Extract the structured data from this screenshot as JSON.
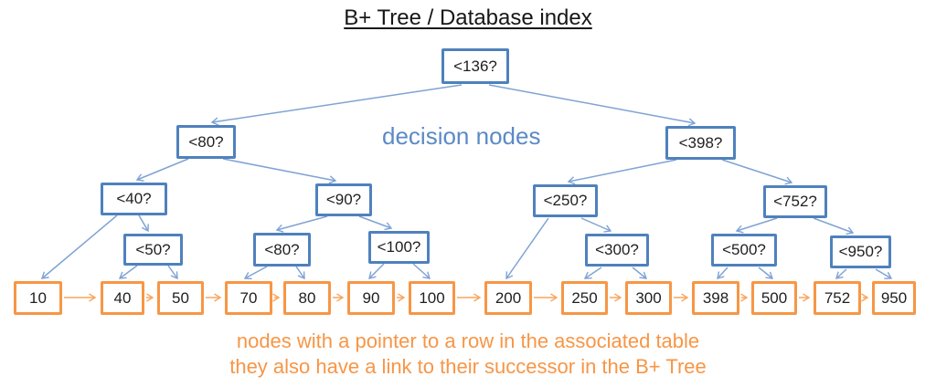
{
  "title": "B+ Tree / Database index",
  "annotations": {
    "decision_nodes_label": "decision nodes",
    "leaf_caption_line1": "nodes with a pointer to a row in the associated table",
    "leaf_caption_line2": "they also have a link to their successor in the B+ Tree"
  },
  "colors": {
    "decision_border": "#4f81bd",
    "decision_label_text": "#5b8ac6",
    "connector_blue": "#7fa3d4",
    "leaf_border": "#f79646",
    "leaf_chain_arrow": "#f79646",
    "caption_text": "#f79646",
    "node_text": "#1f1f1f"
  },
  "tree": {
    "decision_nodes": [
      {
        "label": "<136?"
      },
      {
        "label": "<80?"
      },
      {
        "label": "<398?"
      },
      {
        "label": "<40?"
      },
      {
        "label": "<90?"
      },
      {
        "label": "<250?"
      },
      {
        "label": "<752?"
      },
      {
        "label": "<50?"
      },
      {
        "label": "<80?"
      },
      {
        "label": "<100?"
      },
      {
        "label": "<300?"
      },
      {
        "label": "<500?"
      },
      {
        "label": "<950?"
      }
    ],
    "leaf_nodes": [
      {
        "label": "10"
      },
      {
        "label": "40"
      },
      {
        "label": "50"
      },
      {
        "label": "70"
      },
      {
        "label": "80"
      },
      {
        "label": "90"
      },
      {
        "label": "100"
      },
      {
        "label": "200"
      },
      {
        "label": "250"
      },
      {
        "label": "300"
      },
      {
        "label": "398"
      },
      {
        "label": "500"
      },
      {
        "label": "752"
      },
      {
        "label": "950"
      }
    ],
    "edges": [
      "<136? -> <80?",
      "<136? -> <398?",
      "<80? -> <40?",
      "<80? -> <90?",
      "<40? -> 10",
      "<40? -> <50?",
      "<50? -> 40",
      "<50? -> 50",
      "<90? -> <80?",
      "<90? -> <100?",
      "<80? -> 70",
      "<80? -> 80",
      "<100? -> 90",
      "<100? -> 100",
      "<398? -> <250?",
      "<398? -> <752?",
      "<250? -> 200",
      "<250? -> <300?",
      "<300? -> 250",
      "<300? -> 300",
      "<752? -> <500?",
      "<752? -> <950?",
      "<500? -> 398",
      "<500? -> 500",
      "<950? -> 752",
      "<950? -> 950"
    ],
    "leaf_chain": "10 -> 40 -> 50 -> 70 -> 80 -> 90 -> 100 -> 200 -> 250 -> 300 -> 398 -> 500 -> 752 -> 950"
  }
}
